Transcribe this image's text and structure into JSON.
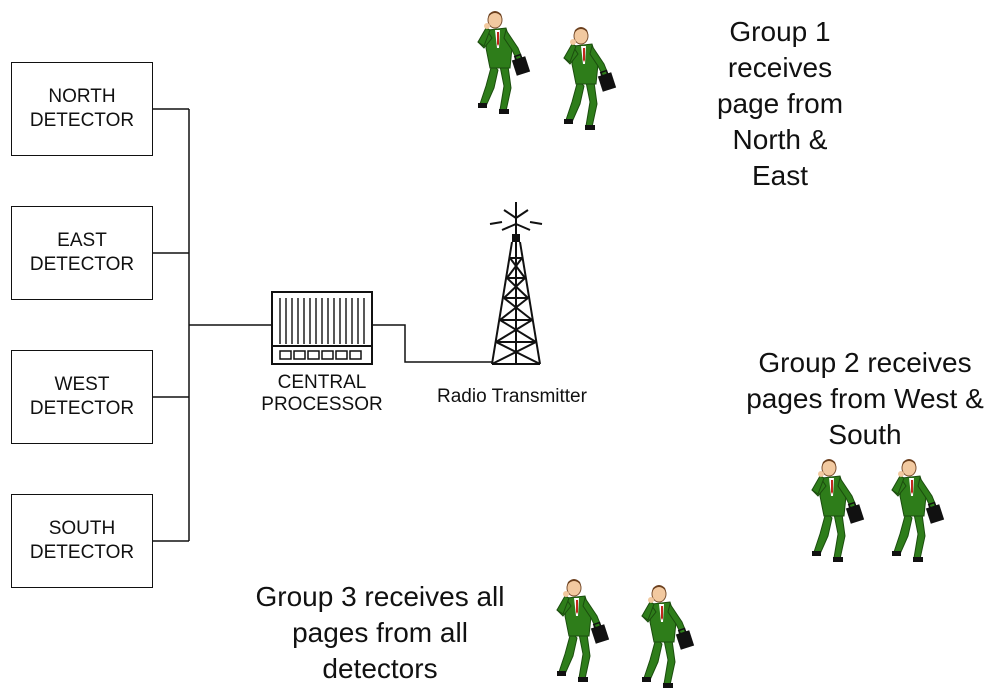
{
  "detectors": [
    {
      "line1": "NORTH",
      "line2": "DETECTOR"
    },
    {
      "line1": "EAST",
      "line2": "DETECTOR"
    },
    {
      "line1": "WEST",
      "line2": "DETECTOR"
    },
    {
      "line1": "SOUTH",
      "line2": "DETECTOR"
    }
  ],
  "processor": {
    "line1": "CENTRAL",
    "line2": "PROCESSOR"
  },
  "transmitter": {
    "label": "Radio Transmitter"
  },
  "groups": [
    {
      "lines": [
        "Group 1",
        "receives",
        "page from",
        "North &",
        "East"
      ]
    },
    {
      "lines": [
        "Group 2 receives",
        "pages from West &",
        "South"
      ]
    },
    {
      "lines": [
        "Group 3 receives all",
        "pages from all",
        "detectors"
      ]
    }
  ],
  "colors": {
    "suit": "#2e7d1a",
    "suit_dark": "#1b4d0e",
    "briefcase": "#111111",
    "tie": "#c0261c",
    "skin": "#f2c9a0"
  }
}
